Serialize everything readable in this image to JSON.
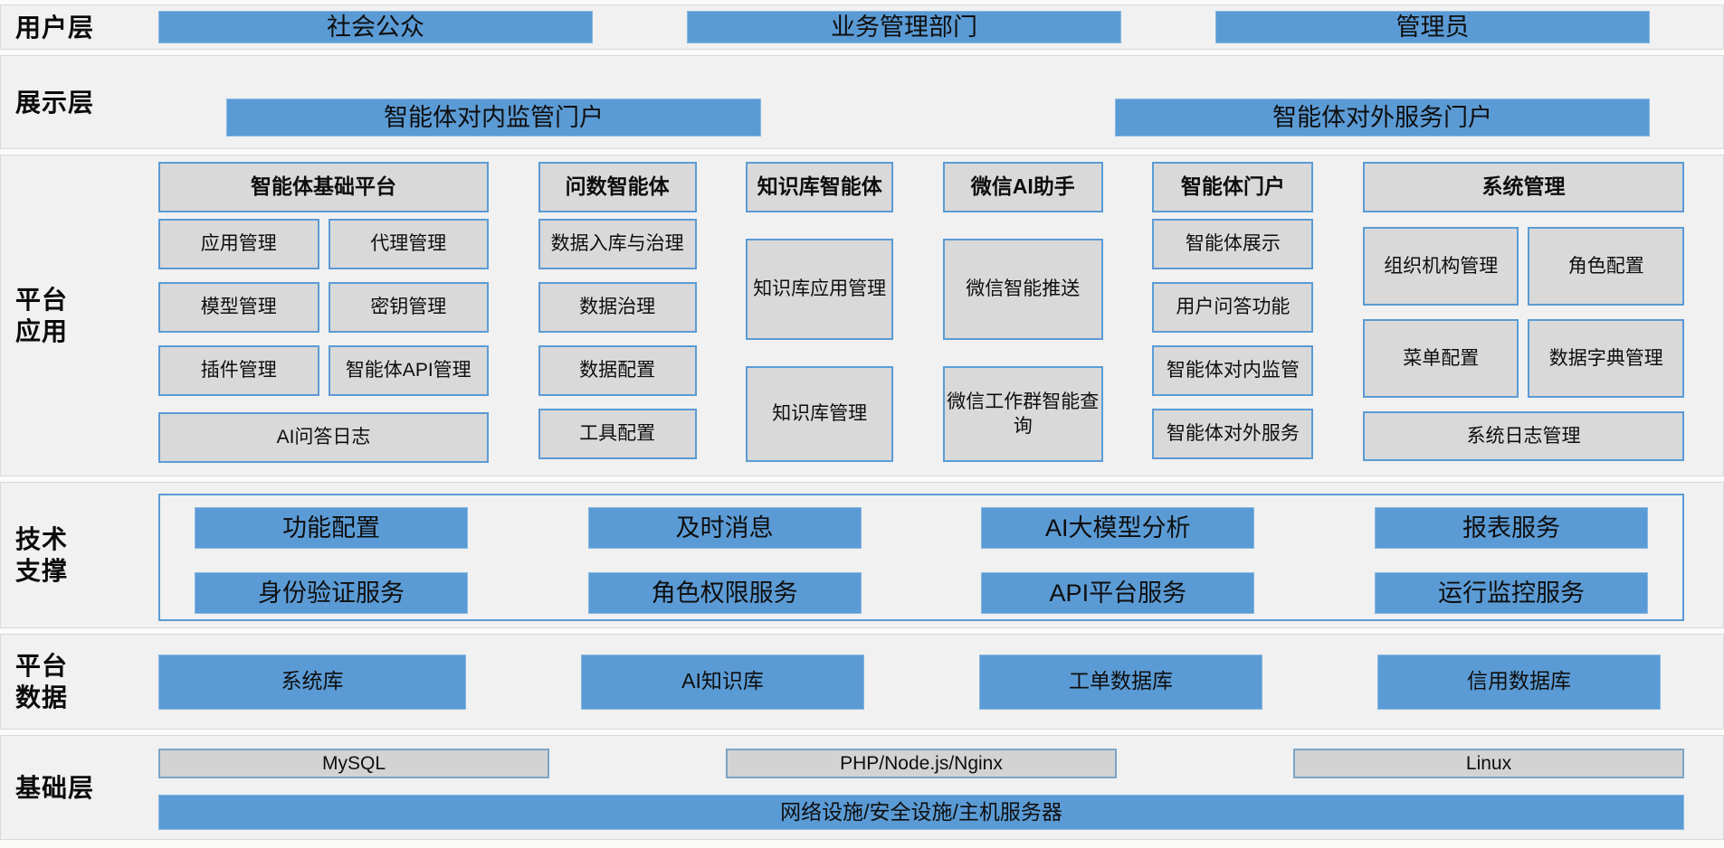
{
  "colors": {
    "accent_blue": "#5b9bd5",
    "module_gray": "#d9d9d9",
    "band_background": "#f0f1f0",
    "text": "#0b0b0b"
  },
  "layers": {
    "user": {
      "label": "用户层",
      "items": [
        "社会公众",
        "业务管理部门",
        "管理员"
      ]
    },
    "display": {
      "label": "展示层",
      "items": [
        "智能体对内监管门户",
        "智能体对外服务门户"
      ]
    },
    "platform_app": {
      "label_line1": "平台",
      "label_line2": "应用",
      "groups": [
        {
          "header": "智能体基础平台",
          "grid": [
            "应用管理",
            "代理管理",
            "模型管理",
            "密钥管理",
            "插件管理",
            "智能体API管理"
          ],
          "footer": "AI问答日志"
        },
        {
          "header": "问数智能体",
          "stack": [
            "数据入库与治理",
            "数据治理",
            "数据配置",
            "工具配置"
          ]
        },
        {
          "header": "知识库智能体",
          "tall": [
            "知识库应用管理",
            "知识库管理"
          ]
        },
        {
          "header": "微信AI助手",
          "tall": [
            "微信智能推送",
            "微信工作群智能查询"
          ]
        },
        {
          "header": "智能体门户",
          "stack": [
            "智能体展示",
            "用户问答功能",
            "智能体对内监管",
            "智能体对外服务"
          ]
        },
        {
          "header": "系统管理",
          "grid": [
            "组织机构管理",
            "角色配置",
            "菜单配置",
            "数据字典管理"
          ],
          "footer": "系统日志管理"
        }
      ]
    },
    "tech_support": {
      "label_line1": "技术",
      "label_line2": "支撑",
      "row1": [
        "功能配置",
        "及时消息",
        "AI大模型分析",
        "报表服务"
      ],
      "row2": [
        "身份验证服务",
        "角色权限服务",
        "API平台服务",
        "运行监控服务"
      ]
    },
    "platform_data": {
      "label_line1": "平台",
      "label_line2": "数据",
      "items": [
        "系统库",
        "AI知识库",
        "工单数据库",
        "信用数据库"
      ]
    },
    "infrastructure": {
      "label": "基础层",
      "items": [
        "MySQL",
        "PHP/Node.js/Nginx",
        "Linux"
      ],
      "wide_item": "网络设施/安全设施/主机服务器"
    }
  }
}
